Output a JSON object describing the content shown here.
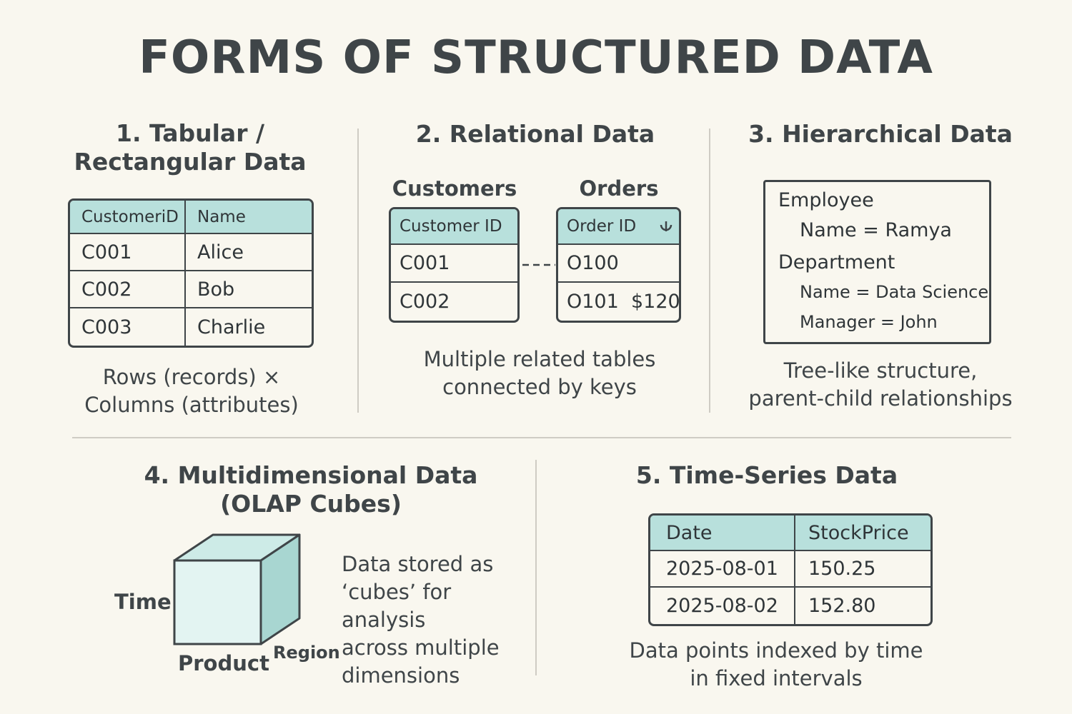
{
  "title": "FORMS OF STRUCTURED DATA",
  "tabular": {
    "heading_line1": "1. Tabular /",
    "heading_line2": "Rectangular Data",
    "headers": [
      "CustomeriD",
      "Name"
    ],
    "rows": [
      [
        "C001",
        "Alice"
      ],
      [
        "C002",
        "Bob"
      ],
      [
        "C003",
        "Charlie"
      ]
    ],
    "caption_line1": "Rows (records) ×",
    "caption_line2": "Columns (attributes)"
  },
  "relational": {
    "heading": "2. Relational Data",
    "customers_label": "Customers",
    "orders_label": "Orders",
    "customers_header": "Customer ID",
    "customers_rows": [
      "C001",
      "C002"
    ],
    "orders_header": "Order ID",
    "orders_header_icon": "key-icon",
    "orders_rows": [
      {
        "id": "O100",
        "amount": ""
      },
      {
        "id": "O101",
        "amount": "$120"
      }
    ],
    "caption_line1": "Multiple related tables",
    "caption_line2": "connected by keys"
  },
  "hierarchical": {
    "heading": "3. Hierarchical Data",
    "employee": "Employee",
    "employee_name": "Name = Ramya",
    "department": "Department",
    "department_name": "Name = Data Science",
    "department_manager": "Manager = John",
    "caption_line1": "Tree-like structure,",
    "caption_line2": "parent-child relationships"
  },
  "multidimensional": {
    "heading_line1": "4. Multidimensional Data",
    "heading_line2": "(OLAP Cubes)",
    "axis_time": "Time",
    "axis_product": "Product",
    "axis_region": "Region",
    "desc_line1": "Data stored as",
    "desc_line2": "‘cubes’ for analysis",
    "desc_line3": "across multiple",
    "desc_line4": "dimensions",
    "cube_front_color": "#e3f4f2",
    "cube_top_color": "#cdebe7",
    "cube_side_color": "#a8d6d1"
  },
  "timeseries": {
    "heading": "5. Time-Series Data",
    "headers": [
      "Date",
      "StockPrice"
    ],
    "rows": [
      [
        "2025-08-01",
        "150.25"
      ],
      [
        "2025-08-02",
        "152.80"
      ]
    ],
    "caption_line1": "Data points indexed by time",
    "caption_line2": "in fixed intervals"
  },
  "colors": {
    "header_fill": "#b8e0dc",
    "ink": "#3f4548",
    "background": "#f9f7ef",
    "divider": "#cfccc4"
  }
}
